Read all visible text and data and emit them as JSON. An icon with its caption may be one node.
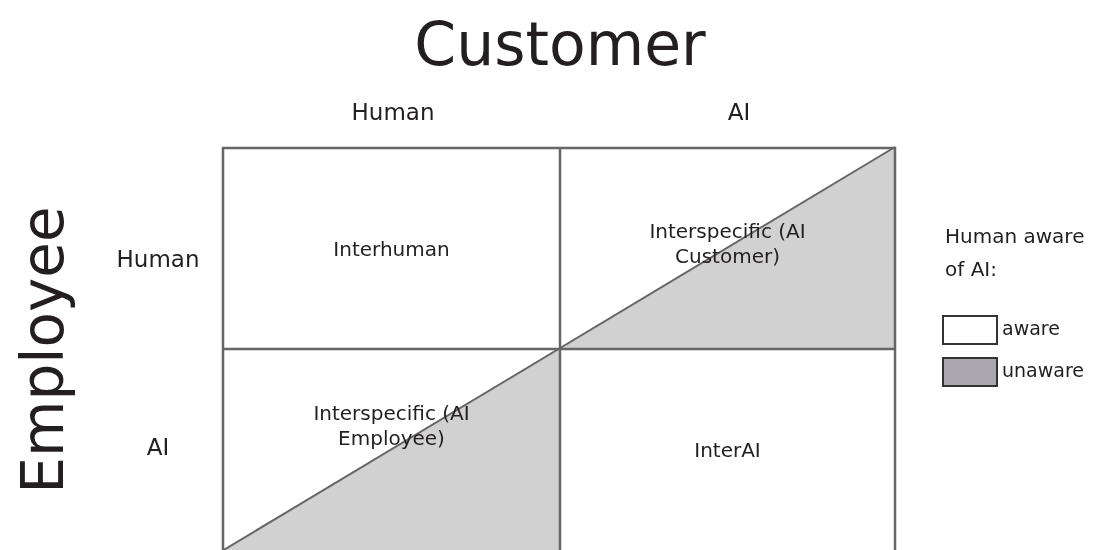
{
  "diagram": {
    "nodes": [
      {
        "text": [
          "Interhuman"
        ]
      },
      {
        "text": [
          "Interspecific (AI Customer)"
        ]
      },
      {
        "text": [
          "Interspecific (AI Employee)"
        ]
      },
      {
        "text": [
          "InterAI"
        ]
      }
    ],
    "labels": [
      "Customer",
      "Human",
      "AI",
      "Employee",
      "Human",
      "AI",
      "Human aware of AI:"
    ],
    "legend": [
      {
        "text": "aware",
        "color": "#ffffff"
      },
      {
        "text": "unaware",
        "color": "#a9a7ad"
      }
    ]
  }
}
